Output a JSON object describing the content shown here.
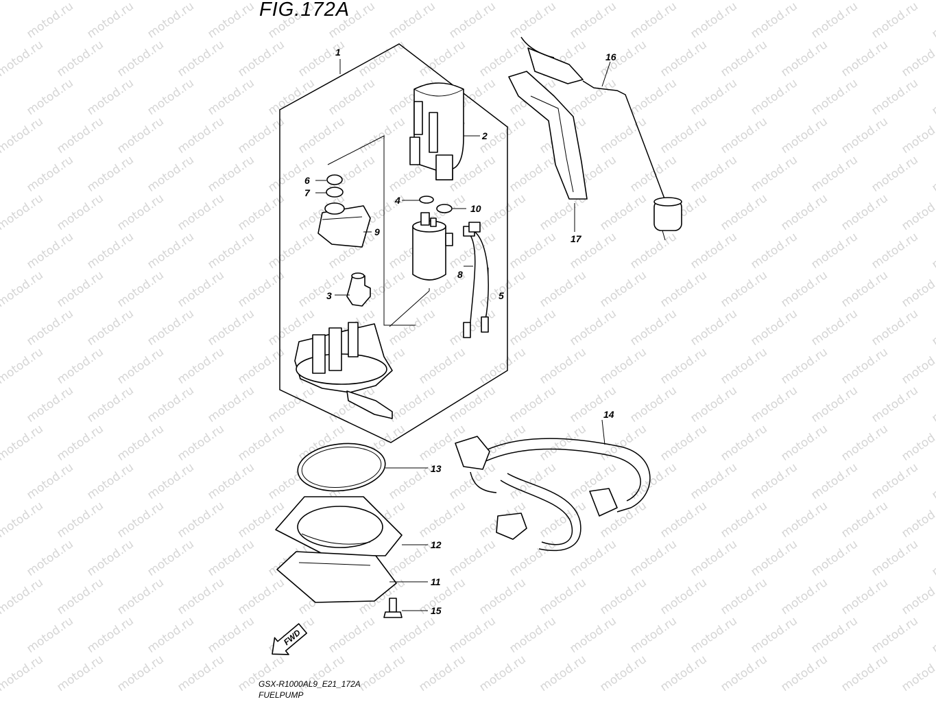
{
  "figure": {
    "title": "FIG.172A",
    "code": "GSX-R1000AL9_E21_172A",
    "name": "FUELPUMP"
  },
  "watermark": {
    "text": "motod.ru"
  },
  "direction_badge": {
    "label": "FWD",
    "icon": "fwd-arrow-icon"
  },
  "callouts": {
    "c1": "1",
    "c2": "2",
    "c3": "3",
    "c4": "4",
    "c5": "5",
    "c6": "6",
    "c7": "7",
    "c8": "8",
    "c9": "9",
    "c10": "10",
    "c11": "11",
    "c12": "12",
    "c13": "13",
    "c14": "14",
    "c15": "15",
    "c16": "16",
    "c17": "17"
  }
}
